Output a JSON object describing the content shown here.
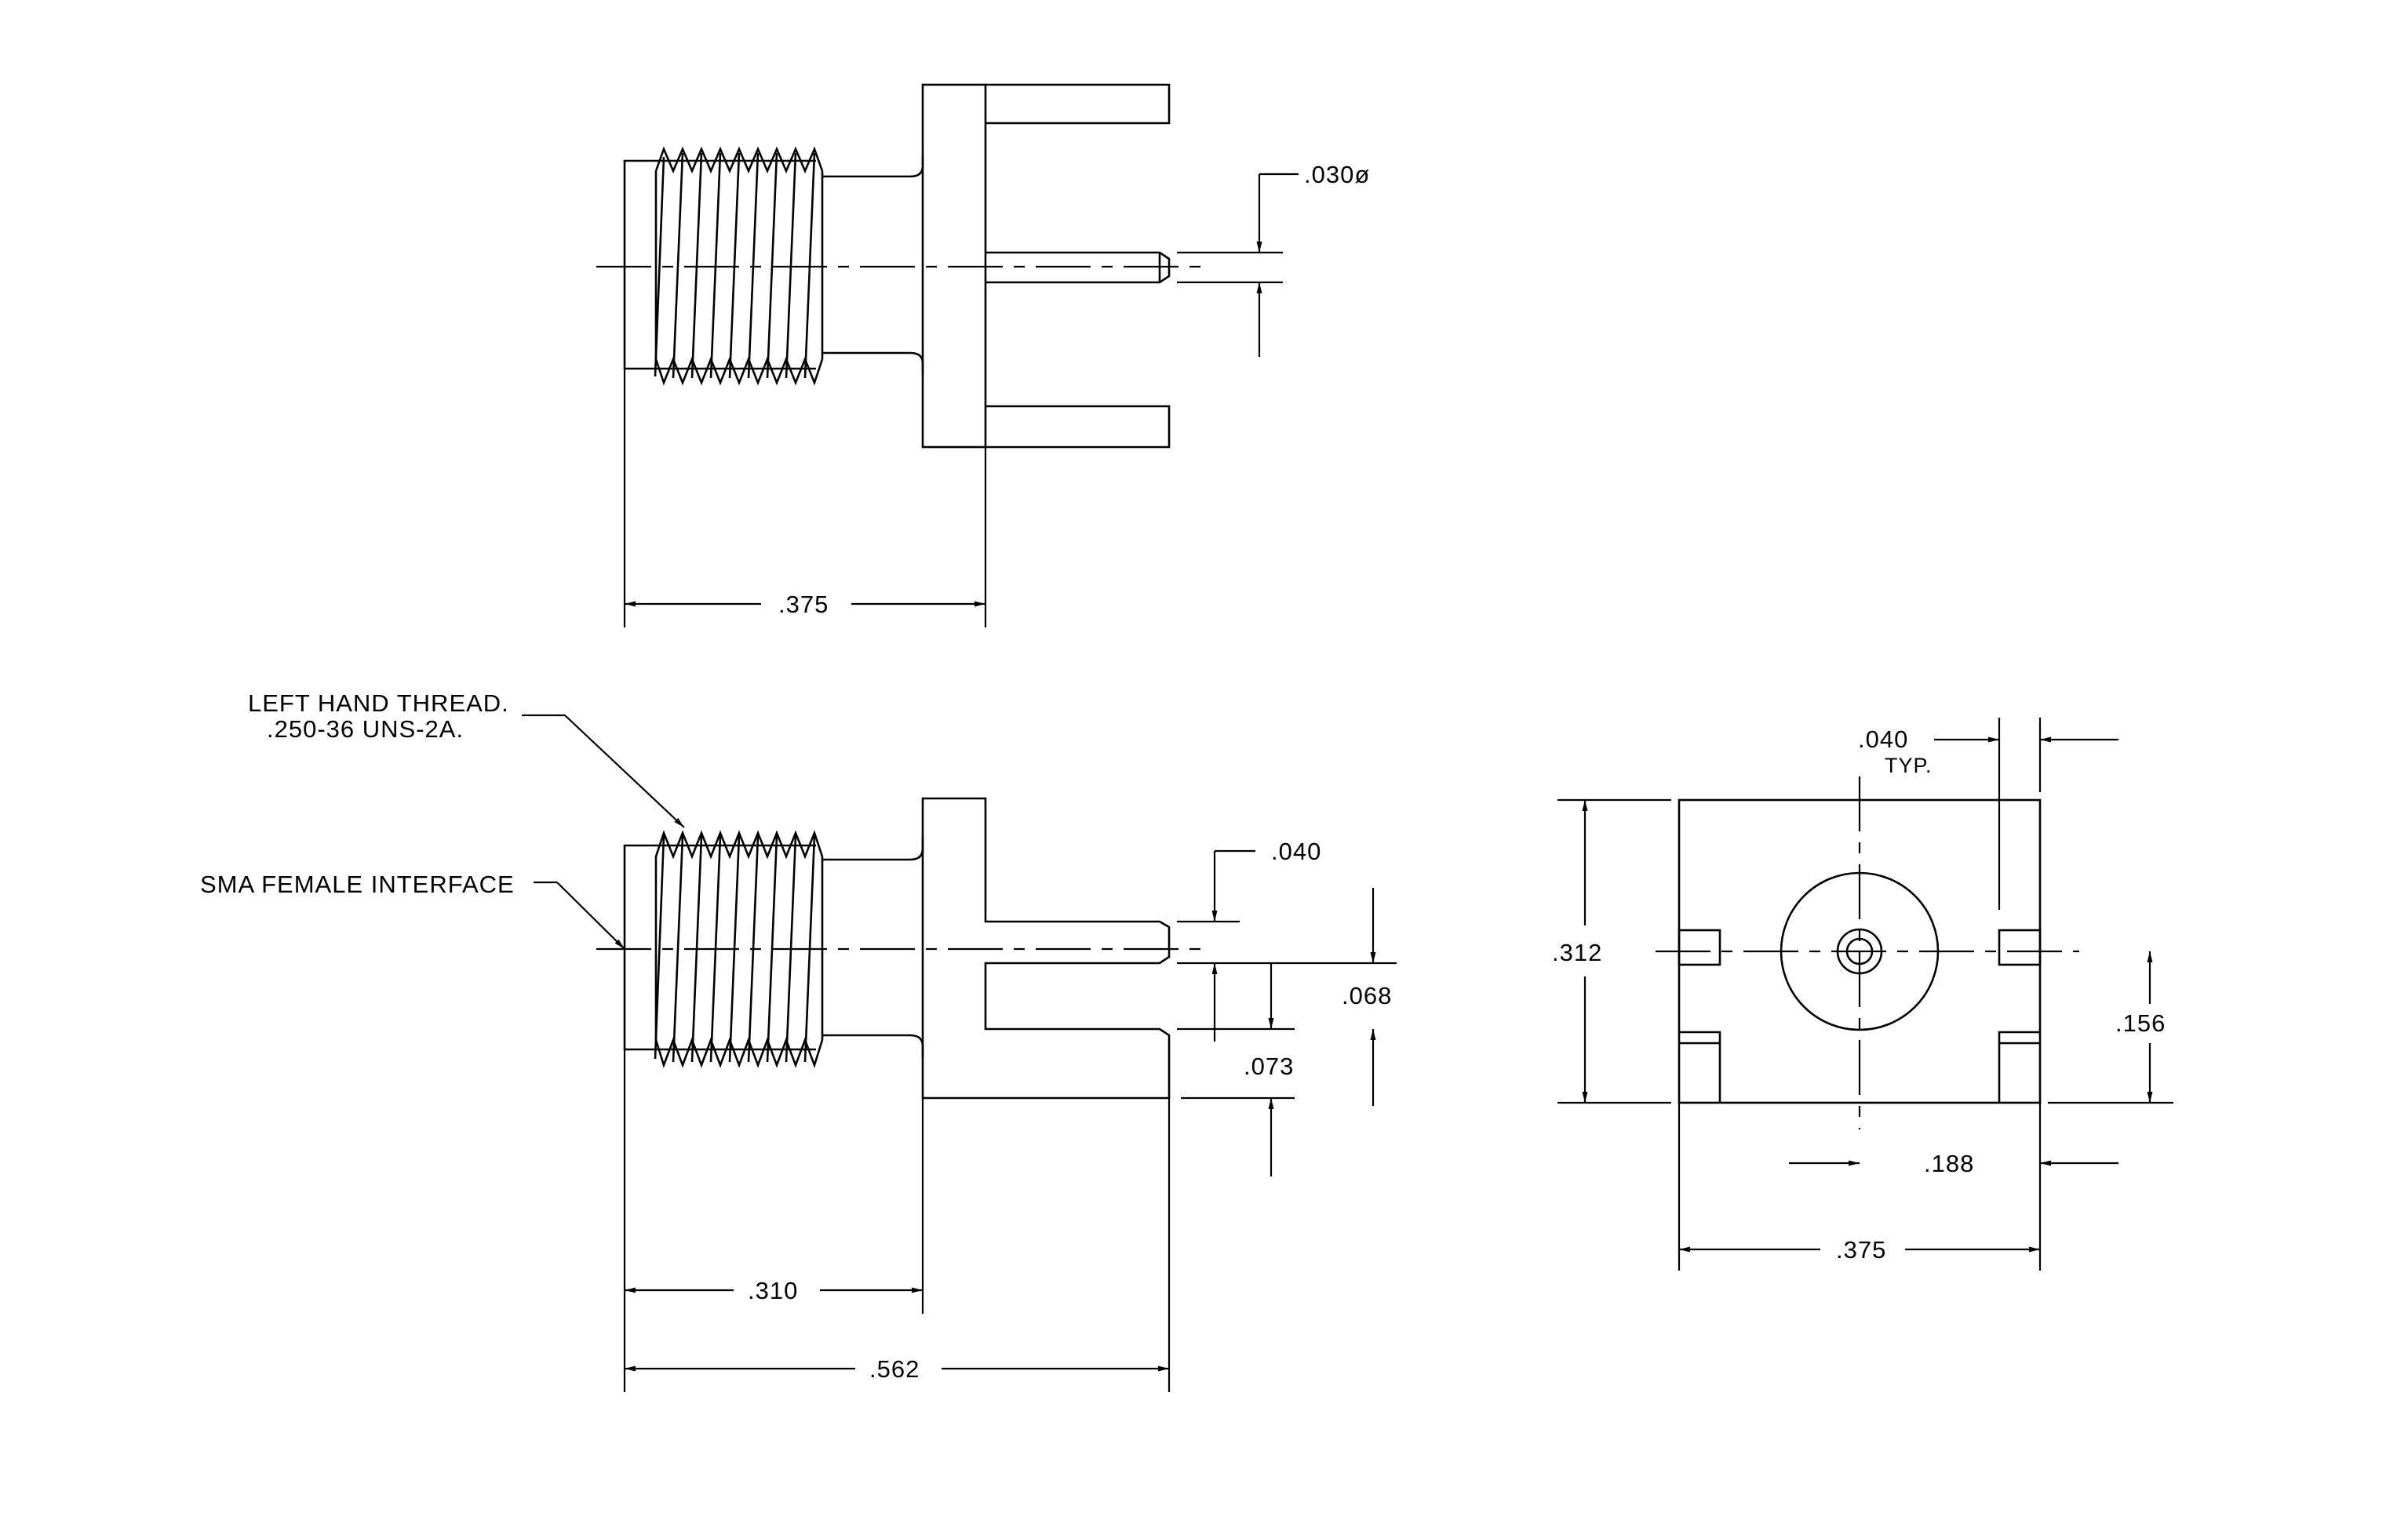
{
  "notes": {
    "thread_line1": "LEFT HAND THREAD.",
    "thread_line2": ".250-36 UNS-2A.",
    "interface": "SMA FEMALE INTERFACE"
  },
  "top_view": {
    "pin_diameter": ".030ø",
    "width": ".375"
  },
  "side_view": {
    "leg_thickness": ".040",
    "leg_gap": ".068",
    "leg_height": ".073",
    "thread_length": ".310",
    "overall_length": ".562"
  },
  "front_view": {
    "tab_width": ".040",
    "tab_typ": "TYP.",
    "height": ".312",
    "half_height": ".156",
    "half_width": ".188",
    "width": ".375"
  }
}
